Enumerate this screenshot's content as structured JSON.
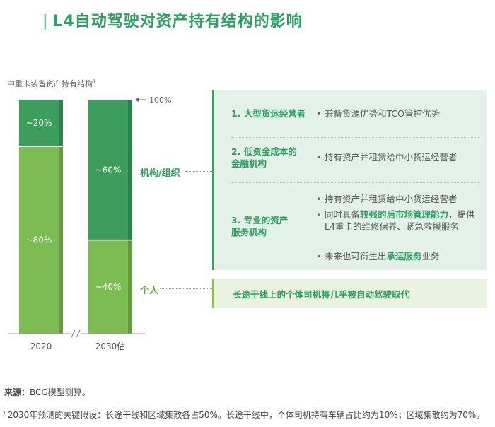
{
  "header": {
    "title": "L4自动驾驶对资产持有结构的影响"
  },
  "chart_data": {
    "type": "bar",
    "stacked": true,
    "title": "中重卡装备资产持有结构",
    "title_sup": "1",
    "categories": [
      "2020",
      "2030估"
    ],
    "series": [
      {
        "name": "个人",
        "values": [
          80,
          40
        ],
        "labels": [
          "~80%",
          "~40%"
        ],
        "color": "#7dbb53"
      },
      {
        "name": "机构/组织",
        "values": [
          20,
          60
        ],
        "labels": [
          "~20%",
          "~60%"
        ],
        "color": "#3c9d5d"
      }
    ],
    "ylim": [
      0,
      100
    ],
    "top_marker": "100%",
    "axis_break": "//"
  },
  "panel": {
    "rows": [
      {
        "title_lines": [
          "1. 大型货运经营者"
        ],
        "bullets": [
          [
            {
              "t": "兼备货源优势和TCO管控优势"
            }
          ]
        ]
      },
      {
        "title_lines": [
          "2. 低资金成本的",
          "金融机构"
        ],
        "bullets": [
          [
            {
              "t": "持有资产并租赁给中小货运经营者"
            }
          ]
        ]
      },
      {
        "title_lines": [
          "3. 专业的资产",
          "服务机构"
        ],
        "bullets": [
          [
            {
              "t": "持有资产并租赁给中小货运经营者"
            }
          ],
          [
            {
              "t": "同时具备"
            },
            {
              "t": "较强的后市场管理能力",
              "hl": true
            },
            {
              "t": "，提供L4重卡的维修保养、紧急救援服务"
            }
          ],
          [
            {
              "t": "未来也可衍生出"
            },
            {
              "t": "承运服务",
              "hl": true
            },
            {
              "t": "业务"
            }
          ]
        ]
      }
    ]
  },
  "panel2": {
    "text": "长途干线上的个体司机将几乎被自动驾驶取代"
  },
  "footer": {
    "source_label": "来源：",
    "source_text": "BCG模型测算。",
    "note_sup": "1.",
    "note_text": "2030年预测的关键假设：长途干线和区域集散各占50%。长途干线中，个体司机持有车辆占比约为10%；区域集散约为70%。"
  }
}
